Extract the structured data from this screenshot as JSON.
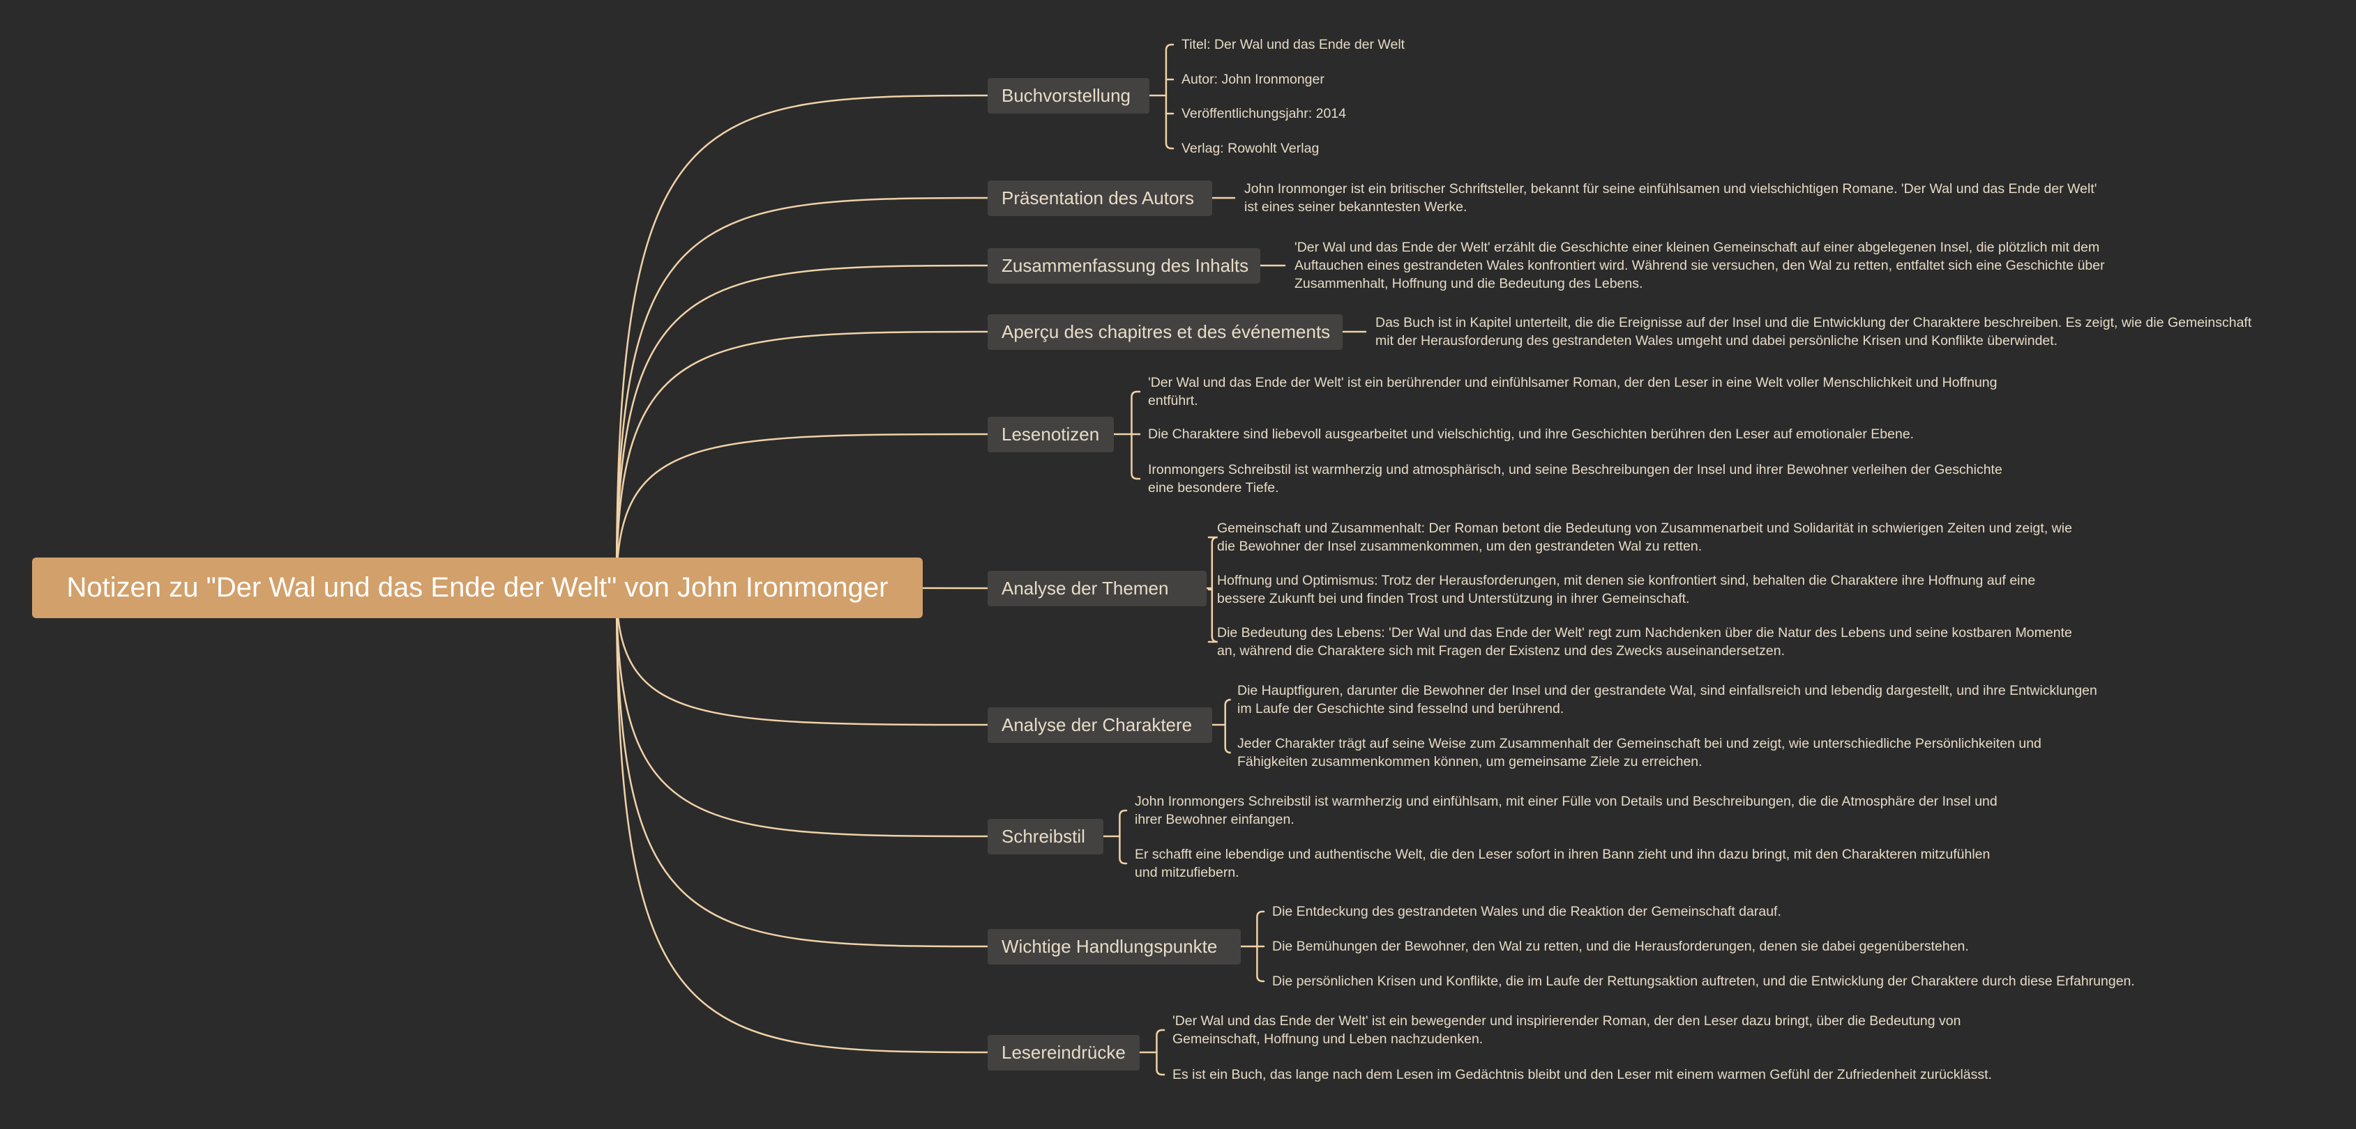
{
  "colors": {
    "background": "#2b2b2b",
    "root_fill": "#d2a06a",
    "branch_fill": "#434241",
    "connector": "#f0d2a8",
    "text": "#e6dac6"
  },
  "root": {
    "title": "Notizen zu \"Der Wal und das Ende der Welt\" von John Ironmonger"
  },
  "branches": [
    {
      "label": "Buchvorstellung",
      "children": [
        [
          "Titel: Der Wal und das Ende der Welt"
        ],
        [
          "Autor: John Ironmonger"
        ],
        [
          "Veröffentlichungsjahr: 2014"
        ],
        [
          "Verlag: Rowohlt Verlag"
        ]
      ]
    },
    {
      "label": "Präsentation des Autors",
      "children": [
        [
          "John Ironmonger ist ein britischer Schriftsteller, bekannt für seine einfühlsamen und vielschichtigen Romane. 'Der Wal und das Ende der Welt'",
          "ist eines seiner bekanntesten Werke."
        ]
      ]
    },
    {
      "label": "Zusammenfassung des Inhalts",
      "children": [
        [
          "'Der Wal und das Ende der Welt' erzählt die Geschichte einer kleinen Gemeinschaft auf einer abgelegenen Insel, die plötzlich mit dem",
          "Auftauchen eines gestrandeten Wales konfrontiert wird. Während sie versuchen, den Wal zu retten, entfaltet sich eine Geschichte über",
          "Zusammenhalt, Hoffnung und die Bedeutung des Lebens."
        ]
      ]
    },
    {
      "label": "Aperçu des chapitres et des événements",
      "children": [
        [
          "Das Buch ist in Kapitel unterteilt, die die Ereignisse auf der Insel und die Entwicklung der Charaktere beschreiben. Es zeigt, wie die Gemeinschaft",
          "mit der Herausforderung des gestrandeten Wales umgeht und dabei persönliche Krisen und Konflikte überwindet."
        ]
      ]
    },
    {
      "label": "Lesenotizen",
      "children": [
        [
          "'Der Wal und das Ende der Welt' ist ein berührender und einfühlsamer Roman, der den Leser in eine Welt voller Menschlichkeit und Hoffnung",
          "entführt."
        ],
        [
          "Die Charaktere sind liebevoll ausgearbeitet und vielschichtig, und ihre Geschichten berühren den Leser auf emotionaler Ebene."
        ],
        [
          "Ironmongers Schreibstil ist warmherzig und atmosphärisch, und seine Beschreibungen der Insel und ihrer Bewohner verleihen der Geschichte",
          "eine besondere Tiefe."
        ]
      ]
    },
    {
      "label": "Analyse der Themen",
      "children": [
        [
          "Gemeinschaft und Zusammenhalt: Der Roman betont die Bedeutung von Zusammenarbeit und Solidarität in schwierigen Zeiten und zeigt, wie",
          "die Bewohner der Insel zusammenkommen, um den gestrandeten Wal zu retten."
        ],
        [
          "Hoffnung und Optimismus: Trotz der Herausforderungen, mit denen sie konfrontiert sind, behalten die Charaktere ihre Hoffnung auf eine",
          "bessere Zukunft bei und finden Trost und Unterstützung in ihrer Gemeinschaft."
        ],
        [
          "Die Bedeutung des Lebens: 'Der Wal und das Ende der Welt' regt zum Nachdenken über die Natur des Lebens und seine kostbaren Momente",
          "an, während die Charaktere sich mit Fragen der Existenz und des Zwecks auseinandersetzen."
        ]
      ]
    },
    {
      "label": "Analyse der Charaktere",
      "children": [
        [
          "Die Hauptfiguren, darunter die Bewohner der Insel und der gestrandete Wal, sind einfallsreich und lebendig dargestellt, und ihre Entwicklungen",
          "im Laufe der Geschichte sind fesselnd und berührend."
        ],
        [
          "Jeder Charakter trägt auf seine Weise zum Zusammenhalt der Gemeinschaft bei und zeigt, wie unterschiedliche Persönlichkeiten und",
          "Fähigkeiten zusammenkommen können, um gemeinsame Ziele zu erreichen."
        ]
      ]
    },
    {
      "label": "Schreibstil",
      "children": [
        [
          "John Ironmongers Schreibstil ist warmherzig und einfühlsam, mit einer Fülle von Details und Beschreibungen, die die Atmosphäre der Insel und",
          "ihrer Bewohner einfangen."
        ],
        [
          "Er schafft eine lebendige und authentische Welt, die den Leser sofort in ihren Bann zieht und ihn dazu bringt, mit den Charakteren mitzufühlen",
          "und mitzufiebern."
        ]
      ]
    },
    {
      "label": "Wichtige Handlungspunkte",
      "children": [
        [
          "Die Entdeckung des gestrandeten Wales und die Reaktion der Gemeinschaft darauf."
        ],
        [
          "Die Bemühungen der Bewohner, den Wal zu retten, und die Herausforderungen, denen sie dabei gegenüberstehen."
        ],
        [
          "Die persönlichen Krisen und Konflikte, die im Laufe der Rettungsaktion auftreten, und die Entwicklung der Charaktere durch diese Erfahrungen."
        ]
      ]
    },
    {
      "label": "Lesereindrücke",
      "children": [
        [
          "'Der Wal und das Ende der Welt' ist ein bewegender und inspirierender Roman, der den Leser dazu bringt, über die Bedeutung von",
          "Gemeinschaft, Hoffnung und Leben nachzudenken."
        ],
        [
          "Es ist ein Buch, das lange nach dem Lesen im Gedächtnis bleibt und den Leser mit einem warmen Gefühl der Zufriedenheit zurücklässt."
        ]
      ]
    }
  ]
}
